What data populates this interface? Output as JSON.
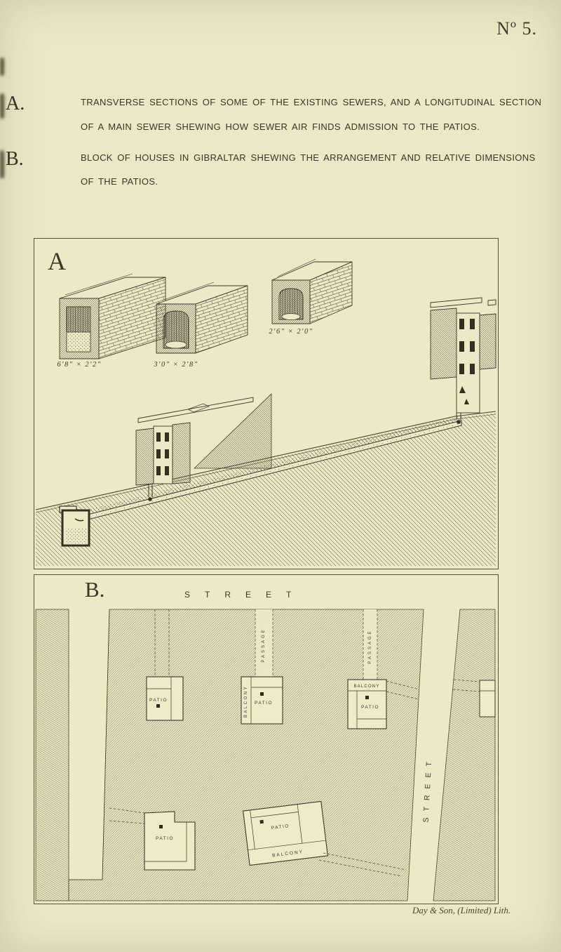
{
  "plate_number": "Nº 5.",
  "headings": {
    "a": {
      "index": "A.",
      "line1": "TRANSVERSE SECTIONS OF SOME OF THE EXISTING SEWERS, AND A LONGITUDINAL SECTION",
      "line2": "OF A MAIN SEWER SHEWING HOW SEWER AIR FINDS ADMISSION TO THE PATIOS."
    },
    "b": {
      "index": "B.",
      "line1": "BLOCK OF HOUSES IN GIBRALTAR SHEWING THE ARRANGEMENT AND RELATIVE DIMENSIONS",
      "line2": "OF THE PATIOS."
    }
  },
  "figure_a": {
    "label": "A",
    "sections": [
      {
        "name": "sewer-section-1",
        "dimensions": "6′8″ × 2′2″"
      },
      {
        "name": "sewer-section-2",
        "dimensions": "3′0″ × 2′8″"
      },
      {
        "name": "sewer-section-3",
        "dimensions": "2′6″ × 2′0″"
      }
    ]
  },
  "figure_b": {
    "label": "B.",
    "street_top": "STREET",
    "street_right": "STREET",
    "patio1": {
      "label": "PATIO"
    },
    "patio2": {
      "label": "PATIO",
      "balcony": "BALCONY",
      "passage": "PASSAGE"
    },
    "patio3": {
      "label": "PATIO",
      "balcony": "BALCONY",
      "passage": "PASSAGE"
    },
    "patio4": {
      "label": "PATIO"
    },
    "patio5": {
      "label": "PATIO",
      "balcony": "BALCONY"
    }
  },
  "credit": "Day & Son, (Limited) Lith.",
  "colors": {
    "paper": "#ebe8c6",
    "ink": "#3a372b",
    "hatch": "#807c5e"
  }
}
